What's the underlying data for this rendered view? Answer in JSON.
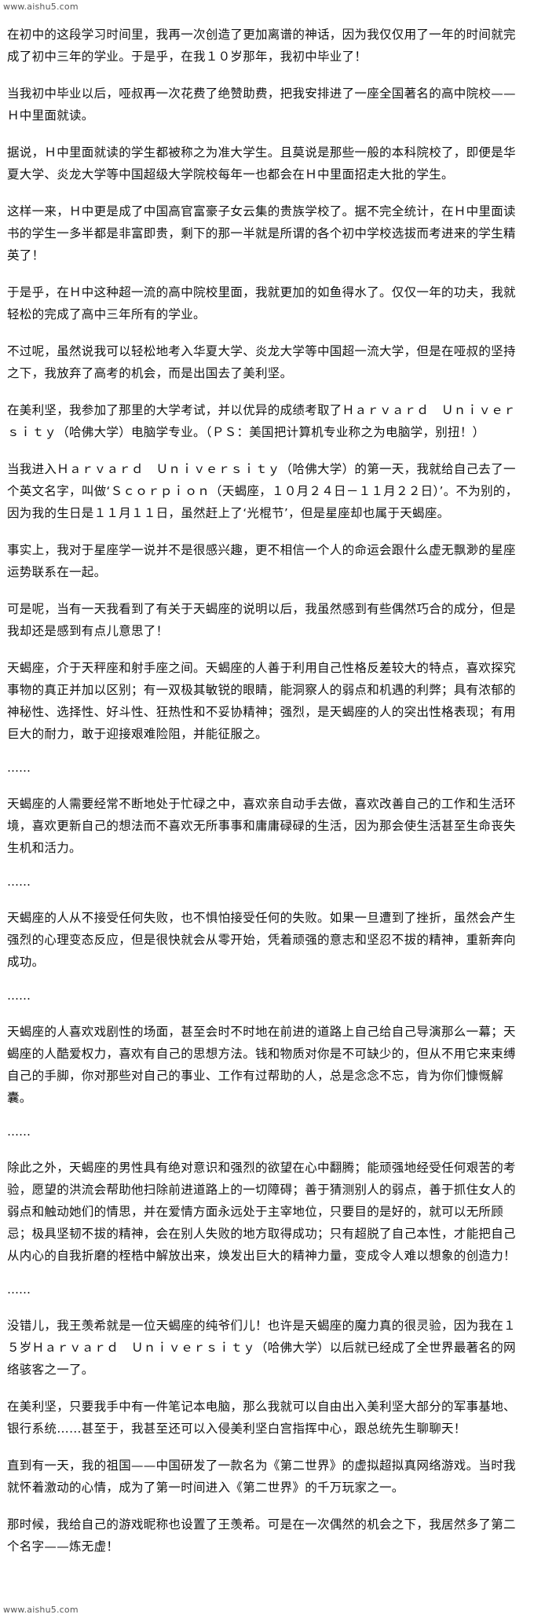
{
  "watermark": {
    "top": "www.aishu5.com",
    "bottom": "www.aishu5.com"
  },
  "paragraphs": [
    "在初中的这段学习时间里，我再一次创造了更加离谱的神话，因为我仅仅用了一年的时间就完成了初中三年的学业。于是乎，在我１０岁那年，我初中毕业了！",
    "当我初中毕业以后，哑叔再一次花费了绝赞助费，把我安排进了一座全国著名的高中院校——Ｈ中里面就读。",
    "据说，Ｈ中里面就读的学生都被称之为准大学生。且莫说是那些一般的本科院校了，即便是华夏大学、炎龙大学等中国超级大学院校每年一也都会在Ｈ中里面招走大批的学生。",
    "这样一来，Ｈ中更是成了中国高官富豪子女云集的贵族学校了。据不完全统计，在Ｈ中里面读书的学生一多半都是非富即贵，剩下的那一半就是所谓的各个初中学校选拔而考进来的学生精英了！",
    "于是乎，在Ｈ中这种超一流的高中院校里面，我就更加的如鱼得水了。仅仅一年的功夫，我就轻松的完成了高中三年所有的学业。",
    "不过呢，虽然说我可以轻松地考入华夏大学、炎龙大学等中国超一流大学，但是在哑叔的坚持之下，我放弃了高考的机会，而是出国去了美利坚。",
    "在美利坚，我参加了那里的大学考试，并以优异的成绩考取了Ｈａｒｖａｒｄ　Ｕｎｉｖｅｒｓｉｔｙ（哈佛大学）电脑学专业。（ＰＳ：美国把计算机专业称之为电脑学，别扭！）",
    "当我进入Ｈａｒｖａｒｄ　Ｕｎｉｖｅｒｓｉｔｙ（哈佛大学）的第一天，我就给自己去了一个英文名字，叫做‘Ｓｃｏｒｐｉｏｎ（天蝎座，１０月２４日－１１月２２日）’。不为别的，因为我的生日是１１月１１日，虽然赶上了‘光棍节’，但是星座却也属于天蝎座。",
    "事实上，我对于星座学一说并不是很感兴趣，更不相信一个人的命运会跟什么虚无飘渺的星座运势联系在一起。",
    "可是呢，当有一天我看到了有关于天蝎座的说明以后，我虽然感到有些偶然巧合的成分，但是我却还是感到有点儿意思了！",
    "天蝎座，介于天秤座和射手座之间。天蝎座的人善于利用自己性格反差较大的特点，喜欢探究事物的真正并加以区别；有一双极其敏锐的眼睛，能洞察人的弱点和机遇的利弊；具有浓郁的神秘性、选择性、好斗性、狂热性和不妥协精神；强烈，是天蝎座的人的突出性格表现；有用巨大的耐力，敢于迎接艰难险阻，并能征服之。",
    "天蝎座的人需要经常不断地处于忙碌之中，喜欢亲自动手去做，喜欢改善自己的工作和生活环境，喜欢更新自己的想法而不喜欢无所事事和庸庸碌碌的生活，因为那会使生活甚至生命丧失生机和活力。",
    "天蝎座的人从不接受任何失败，也不惧怕接受任何的失败。如果一旦遭到了挫折，虽然会产生强烈的心理变态反应，但是很快就会从零开始，凭着顽强的意志和坚忍不拔的精神，重新奔向成功。",
    "天蝎座的人喜欢戏剧性的场面，甚至会时不时地在前进的道路上自己给自己导演那么一幕；天蝎座的人酷爱权力，喜欢有自己的思想方法。钱和物质对你是不可缺少的，但从不用它来束缚自己的手脚，你对那些对自己的事业、工作有过帮助的人，总是念念不忘，肯为你们慷慨解囊。",
    "除此之外，天蝎座的男性具有绝对意识和强烈的欲望在心中翻腾；能顽强地经受任何艰苦的考验，愿望的洪流会帮助他扫除前进道路上的一切障碍；善于猜测别人的弱点，善于抓住女人的弱点和触动她们的情思，并在爱情方面永远处于主宰地位，只要目的是好的，就可以无所顾忌；极具坚韧不拔的精神，会在别人失败的地方取得成功；只有超脱了自己本性，才能把自己从内心的自我折磨的桎梏中解放出来，焕发出巨大的精神力量，变成令人难以想象的创造力！",
    "没错儿，我王羡希就是一位天蝎座的纯爷们儿！也许是天蝎座的魔力真的很灵验，因为我在１５岁Ｈａｒｖａｒｄ　Ｕｎｉｖｅｒｓｉｔｙ（哈佛大学）以后就已经成了全世界最著名的网络骇客之一了。",
    "在美利坚，只要我手中有一件笔记本电脑，那么我就可以自由出入美利坚大部分的军事基地、银行系统……甚至于，我甚至还可以入侵美利坚白宫指挥中心，跟总统先生聊聊天！",
    "直到有一天，我的祖国——中国研发了一款名为《第二世界》的虚拟超拟真网络游戏。当时我就怀着激动的心情，成为了第一时间进入《第二世界》的千万玩家之一。",
    "那时候，我给自己的游戏昵称也设置了王羡希。可是在一次偶然的机会之下，我居然多了第二个名字——炼无虚！"
  ],
  "ellipsis": "……"
}
